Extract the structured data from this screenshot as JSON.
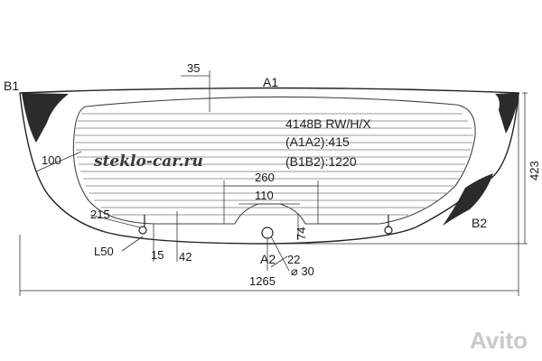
{
  "diagram": {
    "part_code": "4148B RW/H/X",
    "a1a2": "(A1A2):415",
    "b1b2": "(B1B2):1220",
    "labels": {
      "a1": "A1",
      "a2": "A2",
      "b1": "B1",
      "b2": "B2"
    },
    "dimensions": {
      "d35": "35",
      "d100": "100",
      "d260": "260",
      "d110": "110",
      "d215": "215",
      "d74": "74",
      "d22": "22",
      "d15": "15",
      "d42": "42",
      "l50": "L50",
      "d30": "⌀ 30",
      "d1265": "1265",
      "d423": "423"
    },
    "watermark": "steklo-car.ru",
    "brand": "Avito"
  }
}
